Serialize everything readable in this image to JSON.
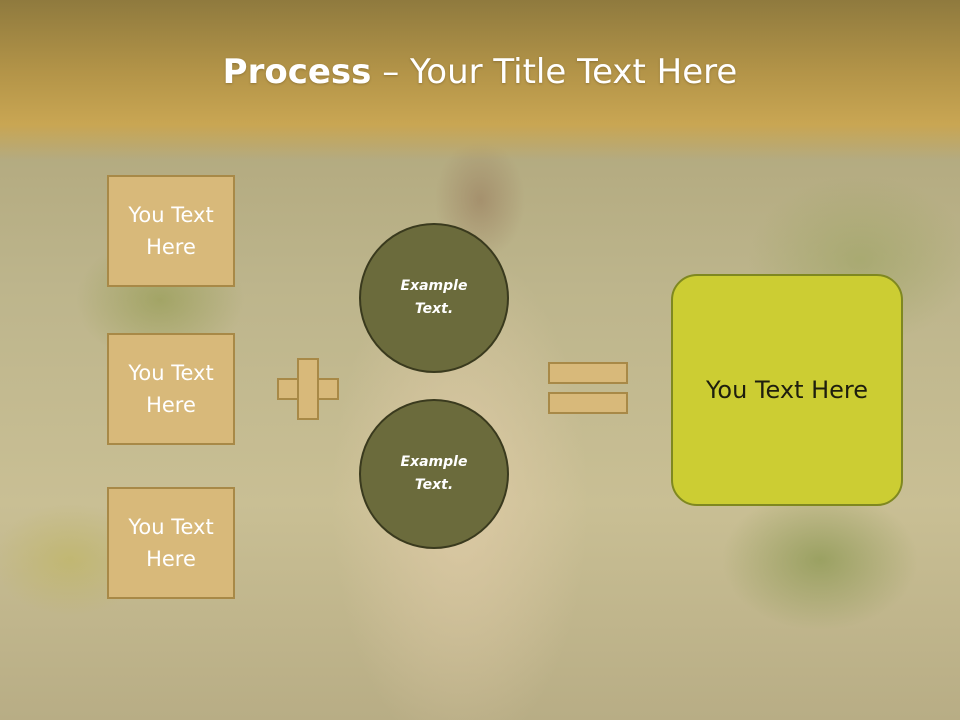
{
  "header": {
    "title_bold": "Process",
    "title_dash": " – ",
    "title_rest": "Your Title Text Here"
  },
  "left_boxes": [
    {
      "label": "You Text Here"
    },
    {
      "label": "You Text Here"
    },
    {
      "label": "You Text Here"
    }
  ],
  "circles": [
    {
      "label": "Example Text."
    },
    {
      "label": "Example Text."
    }
  ],
  "result": {
    "label": "You Text Here"
  },
  "colors": {
    "header_band": "#c9a653",
    "box_fill": "#d8b97a",
    "box_border": "#a88947",
    "circle_fill": "#6b6b3c",
    "result_fill": "#cccd33"
  },
  "icons": [
    "plus-icon",
    "equals-icon"
  ]
}
